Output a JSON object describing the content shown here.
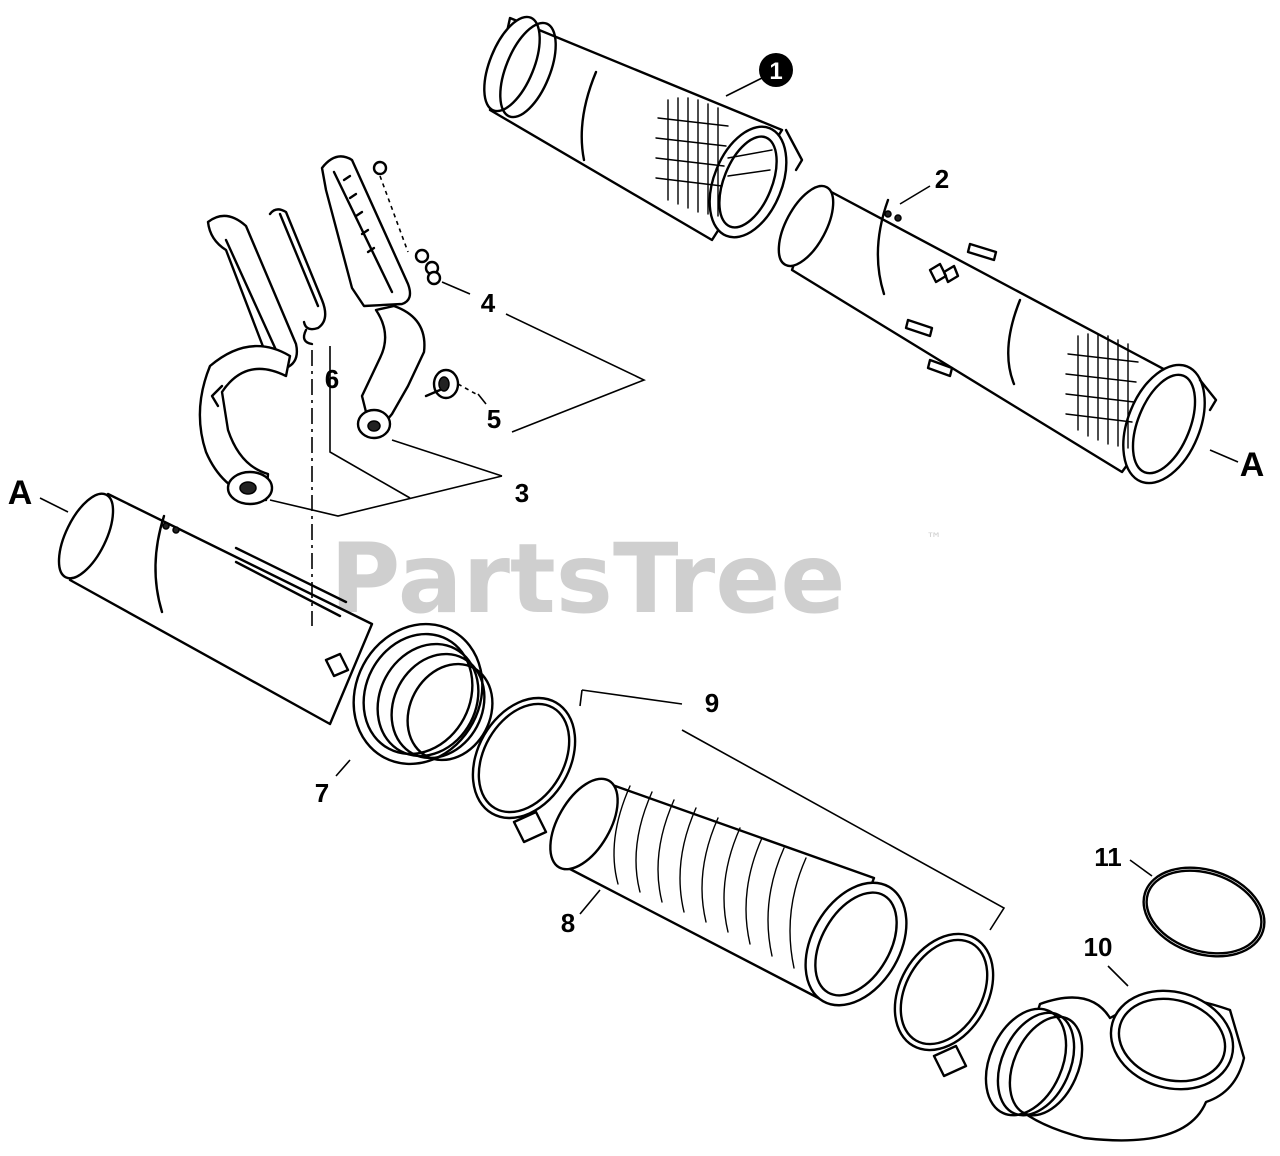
{
  "watermark": {
    "text": "PartsTree",
    "trademark": "™"
  },
  "callouts": {
    "c1": "1",
    "c2": "2",
    "c3": "3",
    "c4": "4",
    "c5": "5",
    "c6": "6",
    "c7": "7",
    "c8": "8",
    "c9": "9",
    "c10": "10",
    "c11": "11"
  },
  "refs": {
    "a_left": "A",
    "a_right": "A"
  }
}
